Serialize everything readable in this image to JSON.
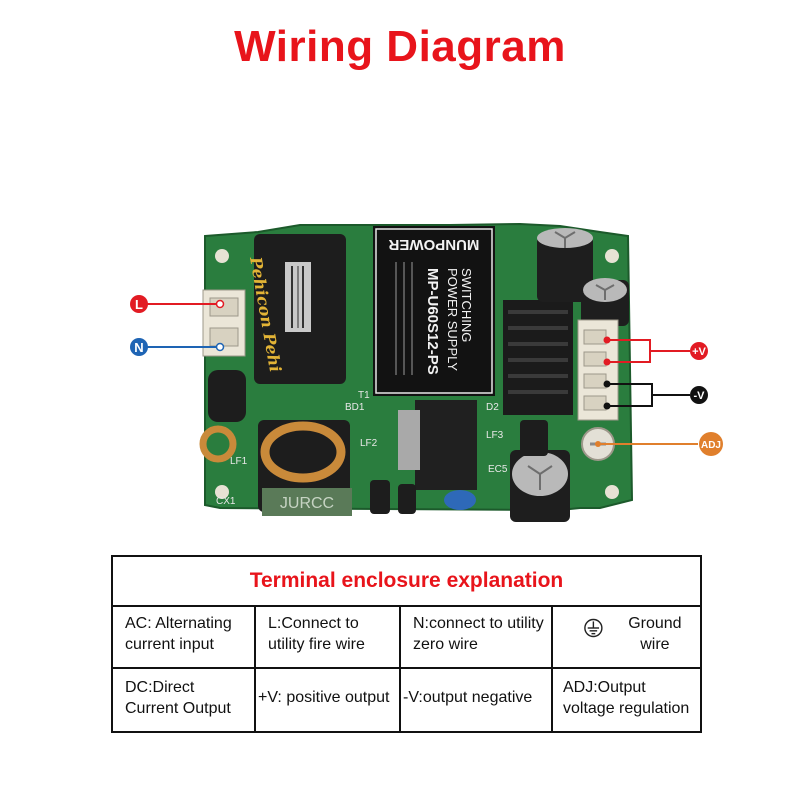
{
  "title": "Wiring Diagram",
  "board": {
    "brand": "MUNPOWER",
    "model": "MP-U60S12-PS",
    "type_line1": "SWITCHING",
    "type_line2": "POWER SUPPLY",
    "inductor_label": "JURCC",
    "coil_text": "Pehicon Pehi",
    "silk_bd1": "BD1",
    "silk_lf2": "LF2",
    "silk_lf3": "LF3",
    "silk_ec5": "EC5",
    "silk_t1": "T1",
    "silk_d2": "D2",
    "silk_cx1": "CX1",
    "silk_lf1": "LF1"
  },
  "labels": {
    "L": "L",
    "N": "N",
    "pos": "+V",
    "neg": "-V",
    "adj": "ADJ"
  },
  "colors": {
    "title": "#e8141b",
    "pcb": "#2a7d3e",
    "L": "#e21b23",
    "N": "#1e64b4",
    "pos": "#e21b23",
    "neg": "#111111",
    "adj": "#e07f2c"
  },
  "table": {
    "header": "Terminal enclosure explanation",
    "row1": [
      "AC: Alternating current input",
      "L:Connect to utility fire wire",
      "N:connect to utility zero wire",
      "Ground wire"
    ],
    "row2": [
      "DC:Direct Current Output",
      "+V: positive output",
      "-V:output negative",
      "ADJ:Output voltage regulation"
    ]
  }
}
